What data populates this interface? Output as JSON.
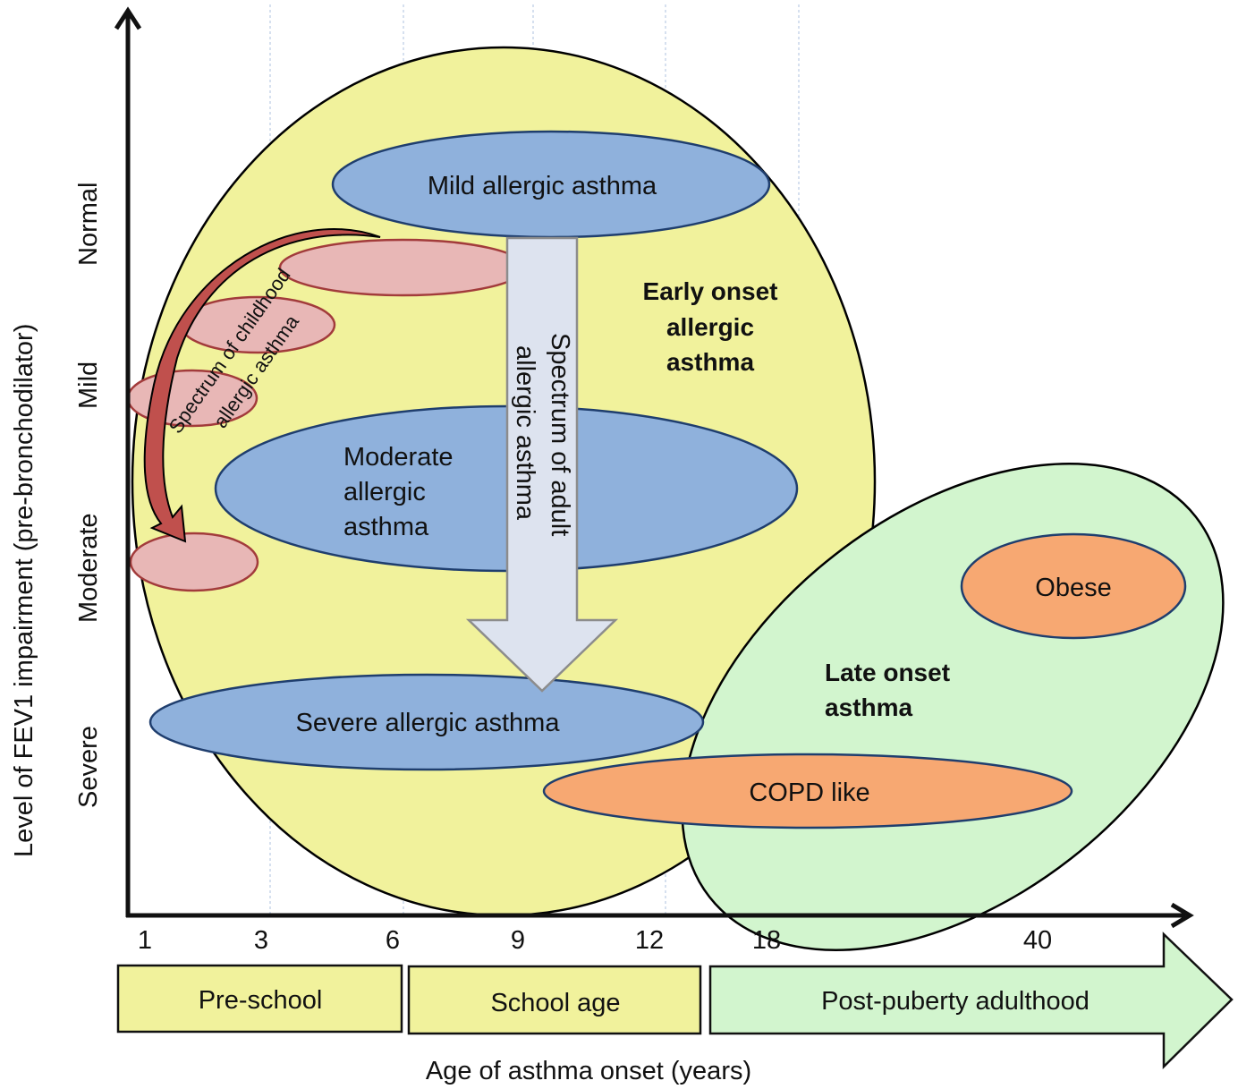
{
  "figure": {
    "y_axis_title": "Level of FEV1 impairment (pre-bronchodilator)",
    "x_axis_title": "Age of asthma onset (years)",
    "y_levels": [
      "Normal",
      "Mild",
      "Moderate",
      "Severe"
    ],
    "x_ticks": [
      "1",
      "3",
      "6",
      "9",
      "12",
      "18",
      "40"
    ],
    "age_bands": [
      {
        "label": "Pre-school",
        "color": "#f1f29c"
      },
      {
        "label": "School age",
        "color": "#f1f29c"
      },
      {
        "label": "Post-puberty adulthood",
        "color": "#d2f5ce"
      }
    ]
  },
  "groups": {
    "early_onset": {
      "line1": "Early onset",
      "line2": "allergic",
      "line3": "asthma",
      "color": "#f1f29c"
    },
    "late_onset": {
      "line1": "Late onset",
      "line2": "asthma",
      "color": "#d2f5ce"
    }
  },
  "phenotypes": {
    "mild": "Mild allergic asthma",
    "moderate": {
      "line1": "Moderate",
      "line2": "allergic",
      "line3": "asthma"
    },
    "severe": "Severe allergic asthma",
    "obese": "Obese",
    "copd": "COPD like",
    "blue_color": "#8fb1dc",
    "orange_color": "#f7a872",
    "pink_color": "#e8b7b6"
  },
  "arrows": {
    "childhood": {
      "line1": "Spectrum of childhood",
      "line2": "allergic asthma",
      "color": "#c0504d"
    },
    "adult": {
      "line1": "Spectrum of adult",
      "line2": "allergic asthma",
      "color": "#dde3ef"
    }
  }
}
